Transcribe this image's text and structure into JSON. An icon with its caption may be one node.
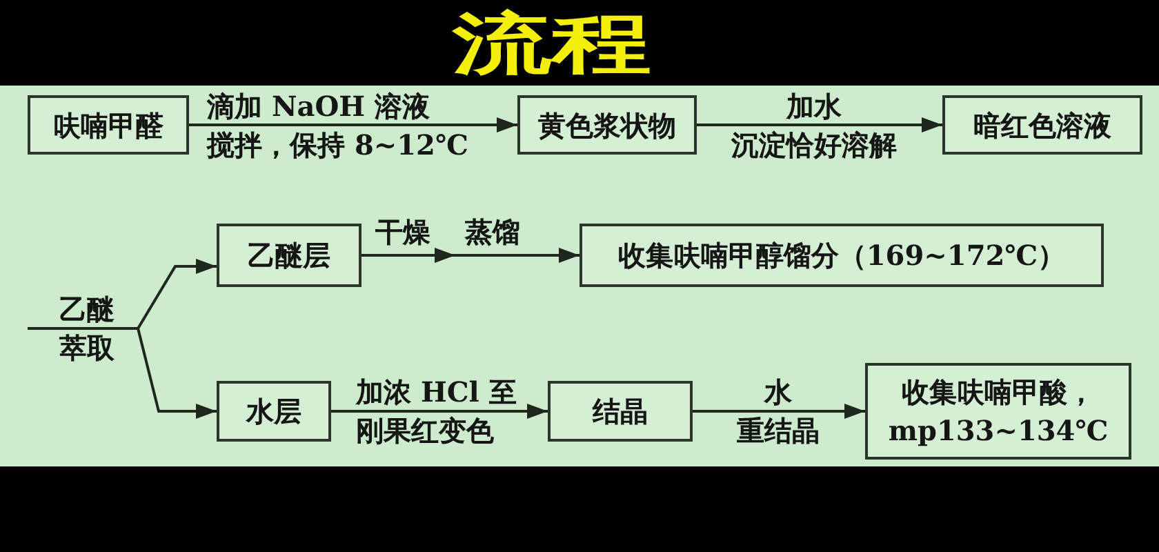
{
  "diagram": {
    "title": "流程",
    "nodes": [
      {
        "text": [
          "呋喃甲醛"
        ]
      },
      {
        "text": [
          "黄色浆状物"
        ]
      },
      {
        "text": [
          "暗红色溶液"
        ]
      },
      {
        "text": [
          "乙醚层"
        ]
      },
      {
        "text": [
          "收集呋喃甲醇馏分（169~172℃）"
        ]
      },
      {
        "text": [
          "水层"
        ]
      },
      {
        "text": [
          "结晶"
        ]
      },
      {
        "text": [
          "收集呋喃甲酸，mp133~134℃"
        ]
      }
    ],
    "edges": [
      {
        "from": 0,
        "to": 1,
        "arrow": "to",
        "label": "滴加 NaOH 溶液搅拌，保持 8~12℃"
      },
      {
        "from": 1,
        "to": 2,
        "arrow": "to",
        "label": "加水沉淀恰好溶解"
      },
      {
        "from": null,
        "to": 3,
        "arrow": "to",
        "label": "乙醚萃取"
      },
      {
        "from": null,
        "to": 5,
        "arrow": "to"
      },
      {
        "from": 3,
        "to": 4,
        "arrow": "to",
        "label": "干燥 蒸馏"
      },
      {
        "from": 5,
        "to": 6,
        "arrow": "to",
        "label": "加浓 HCl 至刚果红变色"
      },
      {
        "from": 6,
        "to": 7,
        "arrow": "to",
        "label": "水重结晶"
      }
    ]
  }
}
